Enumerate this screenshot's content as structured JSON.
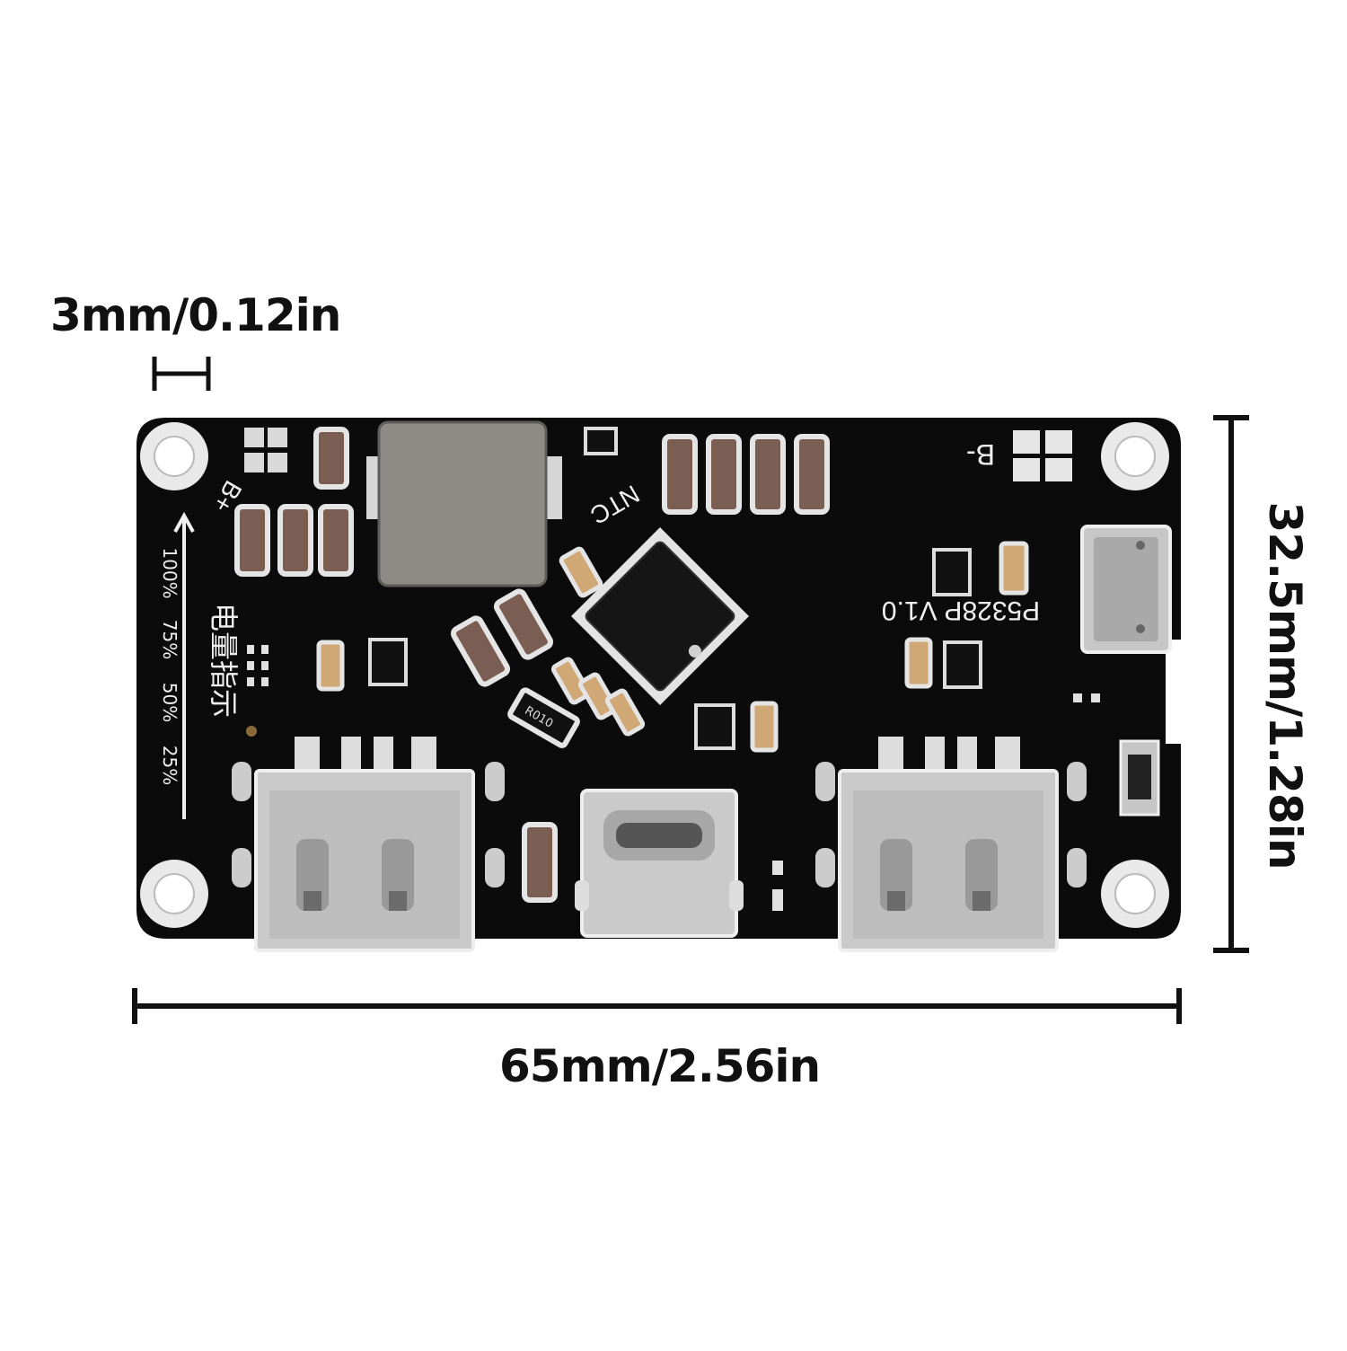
{
  "dimensions": {
    "hole_spacing": "3mm/0.12in",
    "width": "65mm/2.56in",
    "height": "32.5mm/1.28in"
  },
  "board": {
    "label_b_plus": "B+",
    "label_b_minus": "B-",
    "label_ntc": "NTC",
    "label_model": "P5328P V1.0",
    "label_resistor": "R010",
    "label_battery_indicator": "电量指示",
    "level_labels": [
      "100%",
      "75%",
      "50%",
      "25%"
    ]
  },
  "colors": {
    "background": "#ffffff",
    "pcb": "#0b0b0c",
    "silkscreen": "#f2f2f2",
    "metal": "#c9c9c9",
    "inductor": "#8e8b86",
    "capacitor": "#7a5e54",
    "pad": "#d8d8d8",
    "dimension_lines": "#111111"
  }
}
